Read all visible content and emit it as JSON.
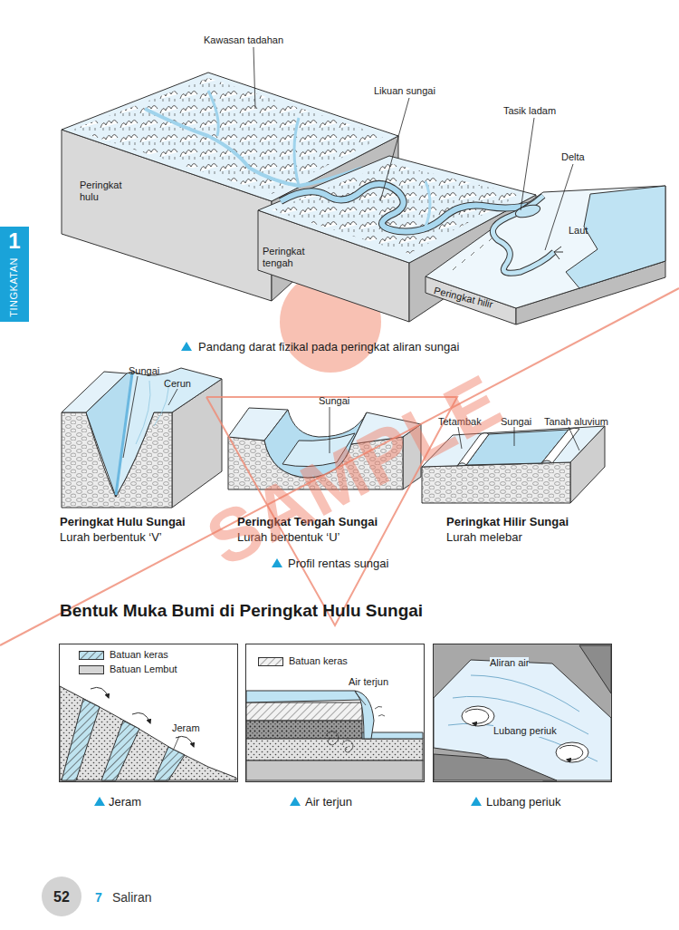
{
  "diagram": {
    "title": "Bentuk Muka Bumi di Peringkat Hulu Sungai",
    "nodes": [
      {
        "text": [
          "1",
          "TINGKATAN"
        ]
      },
      {
        "text": [
          "52"
        ]
      },
      {
        "text": [
          "Jeram"
        ]
      },
      {
        "text": [
          "Air terjun"
        ]
      },
      {
        "text": [
          "Aliran air",
          "Lubang periuk"
        ]
      }
    ],
    "labels": [
      "Kawasan tadahan",
      "Likuan sungai",
      "Tasik ladam",
      "Delta",
      "Peringkat hulu",
      "Peringkat tengah",
      "Peringkat hilir",
      "Laut",
      "Pandang darat fizikal pada peringkat aliran sungai",
      "Sungai",
      "Cerun",
      "Sungai",
      "Tetambak",
      "Sungai",
      "Tanah aluvium",
      "Peringkat Hulu Sungai",
      "Lurah berbentuk ‘V’",
      "Peringkat Tengah Sungai",
      "Lurah berbentuk ‘U’",
      "Peringkat Hilir Sungai",
      "Lurah melebar",
      "Profil rentas sungai",
      "Jeram",
      "Air terjun",
      "Lubang periuk",
      "SAMPLE",
      "7",
      "Saliran"
    ],
    "legend": [
      {
        "text": "Batuan keras"
      },
      {
        "text": "Batuan Lembut",
        "color": "#d6d6d6"
      },
      {
        "text": "Batuan keras"
      }
    ]
  }
}
